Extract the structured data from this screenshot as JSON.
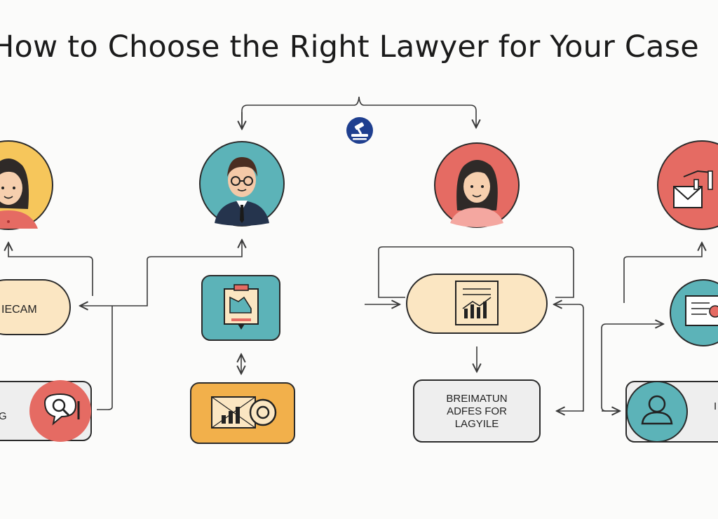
{
  "page": {
    "title": "How to Choose the Right Lawyer for Your Case"
  },
  "labels": {
    "left_pill": "IECAM",
    "left_bar": "G",
    "center_box_line1": "BREIMATUN",
    "center_box_line2": "ADFES FOR",
    "center_box_line3": "LAGYILE",
    "right_bar": "I"
  },
  "icons": {
    "hub": "gavel-badge-icon",
    "person1": "woman-avatar-icon",
    "person2": "man-glasses-avatar-icon",
    "person3": "woman-avatar-icon",
    "person4": "mail-chart-icon"
  },
  "colors": {
    "yellow": "#f6c65b",
    "teal": "#5cb3b8",
    "coral": "#e56b63",
    "cream": "#fbe6c2",
    "orange": "#f2b04b",
    "navy": "#1f3f8f",
    "line": "#3a3a3a"
  }
}
